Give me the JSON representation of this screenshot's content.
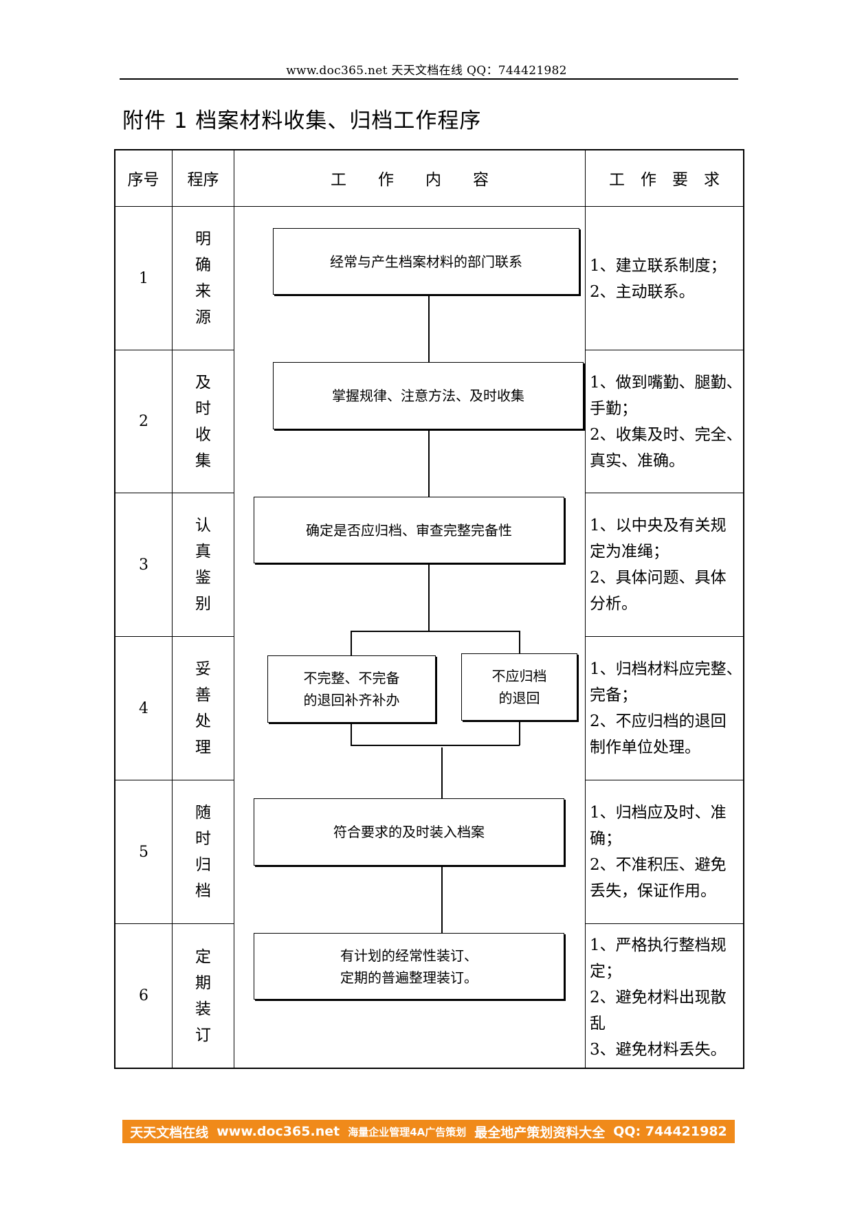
{
  "header": {
    "text": "www.doc365.net 天天文档在线 QQ：744421982"
  },
  "title": "附件 1 档案材料收集、归档工作程序",
  "table": {
    "headers": [
      "序号",
      "程序",
      "工　　作　　内　　容",
      "工　作　要　求"
    ],
    "rows": [
      {
        "num": "1",
        "proc": [
          "明",
          "确",
          "来",
          "源"
        ],
        "req": [
          "1、建立联系制度；",
          "2、主动联系。"
        ]
      },
      {
        "num": "2",
        "proc": [
          "及",
          "时",
          "收",
          "集"
        ],
        "req": [
          "1、做到嘴勤、腿勤、",
          "手勤；",
          "2、收集及时、完全、",
          "真实、准确。"
        ]
      },
      {
        "num": "3",
        "proc": [
          "认",
          "真",
          "鉴",
          "别"
        ],
        "req": [
          "1、以中央及有关规",
          "定为准绳；",
          "2、具体问题、具体",
          "分析。"
        ]
      },
      {
        "num": "4",
        "proc": [
          "妥",
          "善",
          "处",
          "理"
        ],
        "req": [
          "1、归档材料应完整、",
          "完备；",
          "2、不应归档的退回",
          "制作单位处理。"
        ]
      },
      {
        "num": "5",
        "proc": [
          "随",
          "时",
          "归",
          "档"
        ],
        "req": [
          "1、归档应及时、准",
          "确；",
          "2、不准积压、避免",
          "丢失，保证作用。"
        ]
      },
      {
        "num": "6",
        "proc": [
          "定",
          "期",
          "装",
          "订"
        ],
        "req": [
          "1、严格执行整档规",
          "定；",
          "2、避免材料出现散",
          "乱",
          "3、避免材料丢失。"
        ]
      }
    ]
  },
  "flow": {
    "step1": "经常与产生档案材料的部门联系",
    "step2": "掌握规律、注意方法、及时收集",
    "step3": "确定是否应归档、审查完整完备性",
    "step4a": [
      "不完整、不完备",
      "的退回补齐补办"
    ],
    "step4b": [
      "不应归档",
      "的退回"
    ],
    "step5": "符合要求的及时装入档案",
    "step6": [
      "有计划的经常性装订、",
      "定期的普遍整理装订。"
    ]
  },
  "footer": {
    "site": "天天文档在线",
    "url": "www.doc365.net",
    "slogan1": "海量企业管理4A广告策划",
    "slogan2": "最全地产策划资料大全",
    "qq": "QQ: 744421982"
  }
}
